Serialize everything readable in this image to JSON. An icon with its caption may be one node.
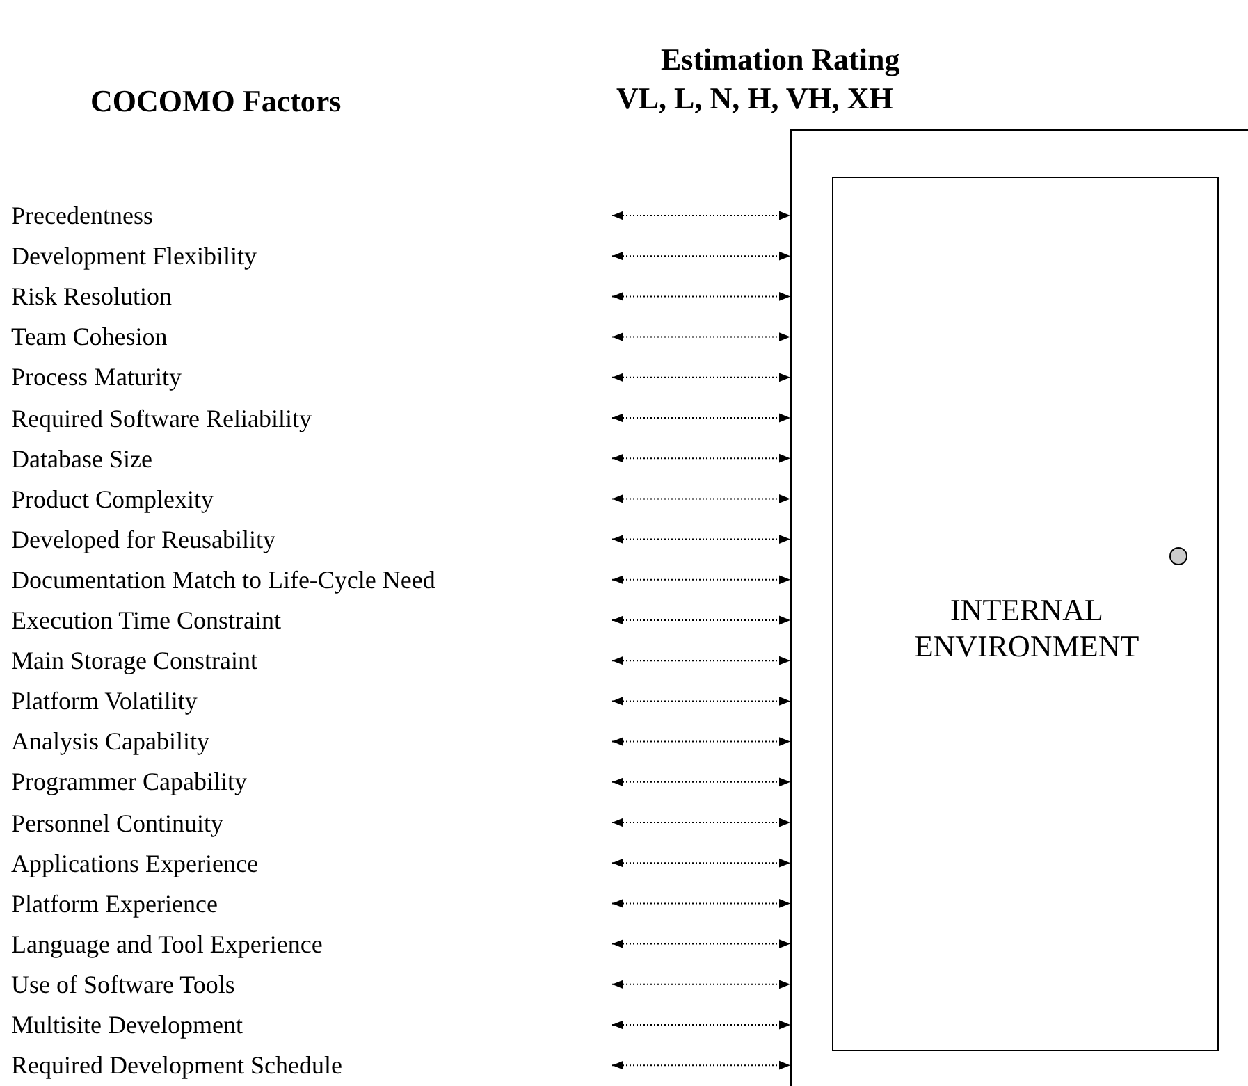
{
  "diagram": {
    "nodes": [
      {
        "text": [
          "Precedentness"
        ]
      },
      {
        "text": [
          "Development Flexibility"
        ]
      },
      {
        "text": [
          "Risk Resolution"
        ]
      },
      {
        "text": [
          "Team Cohesion"
        ]
      },
      {
        "text": [
          "Process Maturity"
        ]
      },
      {
        "text": [
          "Required Software Reliability"
        ]
      },
      {
        "text": [
          "Database Size"
        ]
      },
      {
        "text": [
          "Product Complexity"
        ]
      },
      {
        "text": [
          "Developed for Reusability"
        ]
      },
      {
        "text": [
          "Documentation Match to Life-Cycle Need"
        ]
      },
      {
        "text": [
          "Execution Time Constraint"
        ]
      },
      {
        "text": [
          "Main Storage Constraint"
        ]
      },
      {
        "text": [
          "Platform Volatility"
        ]
      },
      {
        "text": [
          "Analysis Capability"
        ]
      },
      {
        "text": [
          "Programmer Capability"
        ]
      },
      {
        "text": [
          "Personnel Continuity"
        ]
      },
      {
        "text": [
          "Applications Experience"
        ]
      },
      {
        "text": [
          "Platform Experience"
        ]
      },
      {
        "text": [
          "Language and Tool Experience"
        ]
      },
      {
        "text": [
          "Use of Software Tools"
        ]
      },
      {
        "text": [
          "Multisite Development"
        ]
      },
      {
        "text": [
          "Required Development Schedule"
        ]
      },
      {
        "text": [],
        "shape": "box"
      },
      {
        "text": [
          "INTERNAL ENVIRONMENT"
        ],
        "in": 22
      }
    ],
    "edges": [
      {
        "from": null,
        "to": 22,
        "arrow": "both"
      },
      {
        "from": null,
        "to": 22,
        "arrow": "both"
      },
      {
        "from": null,
        "to": 22,
        "arrow": "both"
      },
      {
        "from": null,
        "to": 22,
        "arrow": "both"
      },
      {
        "from": null,
        "to": 22,
        "arrow": "both"
      },
      {
        "from": null,
        "to": 22,
        "arrow": "both"
      },
      {
        "from": null,
        "to": 22,
        "arrow": "both"
      },
      {
        "from": null,
        "to": 22,
        "arrow": "both"
      },
      {
        "from": null,
        "to": 22,
        "arrow": "both"
      },
      {
        "from": null,
        "to": 22,
        "arrow": "both"
      },
      {
        "from": null,
        "to": 22,
        "arrow": "both"
      },
      {
        "from": null,
        "to": 22,
        "arrow": "both"
      },
      {
        "from": null,
        "to": 22,
        "arrow": "both"
      },
      {
        "from": null,
        "to": 22,
        "arrow": "both"
      },
      {
        "from": null,
        "to": 22,
        "arrow": "both"
      },
      {
        "from": null,
        "to": 22,
        "arrow": "both"
      },
      {
        "from": null,
        "to": 22,
        "arrow": "both"
      },
      {
        "from": null,
        "to": 22,
        "arrow": "both"
      },
      {
        "from": null,
        "to": 22,
        "arrow": "both"
      },
      {
        "from": null,
        "to": 22,
        "arrow": "both"
      },
      {
        "from": null,
        "to": 22,
        "arrow": "both"
      },
      {
        "from": null,
        "to": 22,
        "arrow": "both"
      }
    ],
    "labels": [
      "Estimation Rating",
      "COCOMO Factors",
      "VL, L, N, H, VH, XH"
    ]
  }
}
